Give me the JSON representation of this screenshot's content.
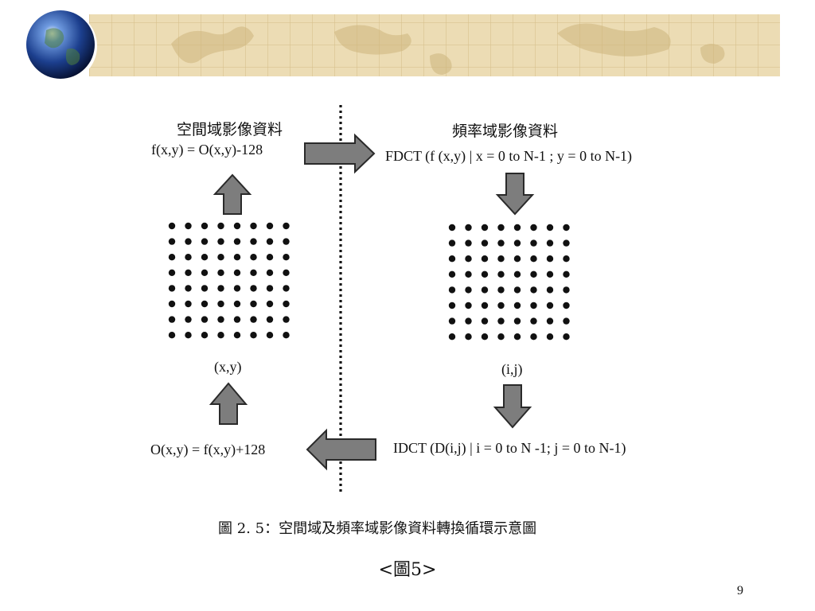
{
  "diagram": {
    "left_title": "空間域影像資料",
    "left_formula": "f(x,y) = O(x,y)-128",
    "right_title": "頻率域影像資料",
    "right_formula": "FDCT (f (x,y) | x = 0 to N-1 ; y = 0 to N-1)",
    "left_grid_label": "(x,y)",
    "right_grid_label": "(i,j)",
    "bottom_left_formula": "O(x,y) = f(x,y)+128",
    "bottom_right_formula": "IDCT (D(i,j) | i = 0 to N -1; j = 0 to N-1)",
    "caption": "圖 2. 5：空間域及頻率域影像資料轉換循環示意圖"
  },
  "figure_label": "<圖5>",
  "page_number": "9",
  "colors": {
    "banner": "#ecdcb4",
    "grid_line": "#d9c48e",
    "arrow_fill": "#7d7d7d",
    "arrow_stroke": "#2a2a2a",
    "dot": "#111111"
  }
}
